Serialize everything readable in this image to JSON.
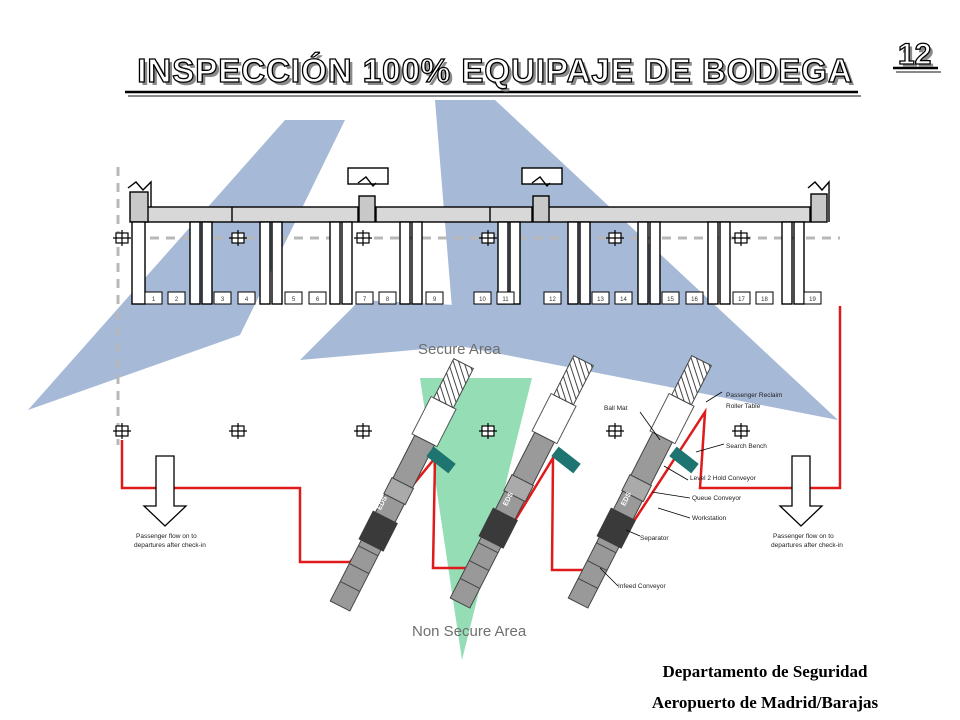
{
  "slide": {
    "title": "INSPECCIÓN 100% EQUIPAJE DE BODEGA",
    "page_number": "12",
    "footer_line1": "Departamento de Seguridad",
    "footer_line2": "Aeropuerto de Madrid/Barajas"
  },
  "diagram": {
    "secure_area": "Secure Area",
    "non_secure_area": "Non Secure Area",
    "counters": [
      "1",
      "2",
      "3",
      "4",
      "5",
      "6",
      "7",
      "8",
      "9",
      "10",
      "11",
      "12",
      "13",
      "14",
      "15",
      "16",
      "17",
      "18",
      "19"
    ],
    "eds_label": "EDS",
    "passenger_flow": "Passenger flow on to departures after check-in",
    "callouts": {
      "ball_mat": "Ball Mat",
      "reclaim": "Passenger Reclaim Roller Table",
      "search_bench": "Search Bench",
      "level2": "Level 2 Hold Conveyor",
      "queue": "Queue Conveyor",
      "workstation": "Workstation",
      "separator": "Separator",
      "infeed": "Infeed Conveyor"
    }
  },
  "colors": {
    "accent_blue": "#9fb3d3",
    "green_cone": "#93dcb3",
    "red_line": "#e01a1a",
    "teal_bench": "#1e7470"
  }
}
